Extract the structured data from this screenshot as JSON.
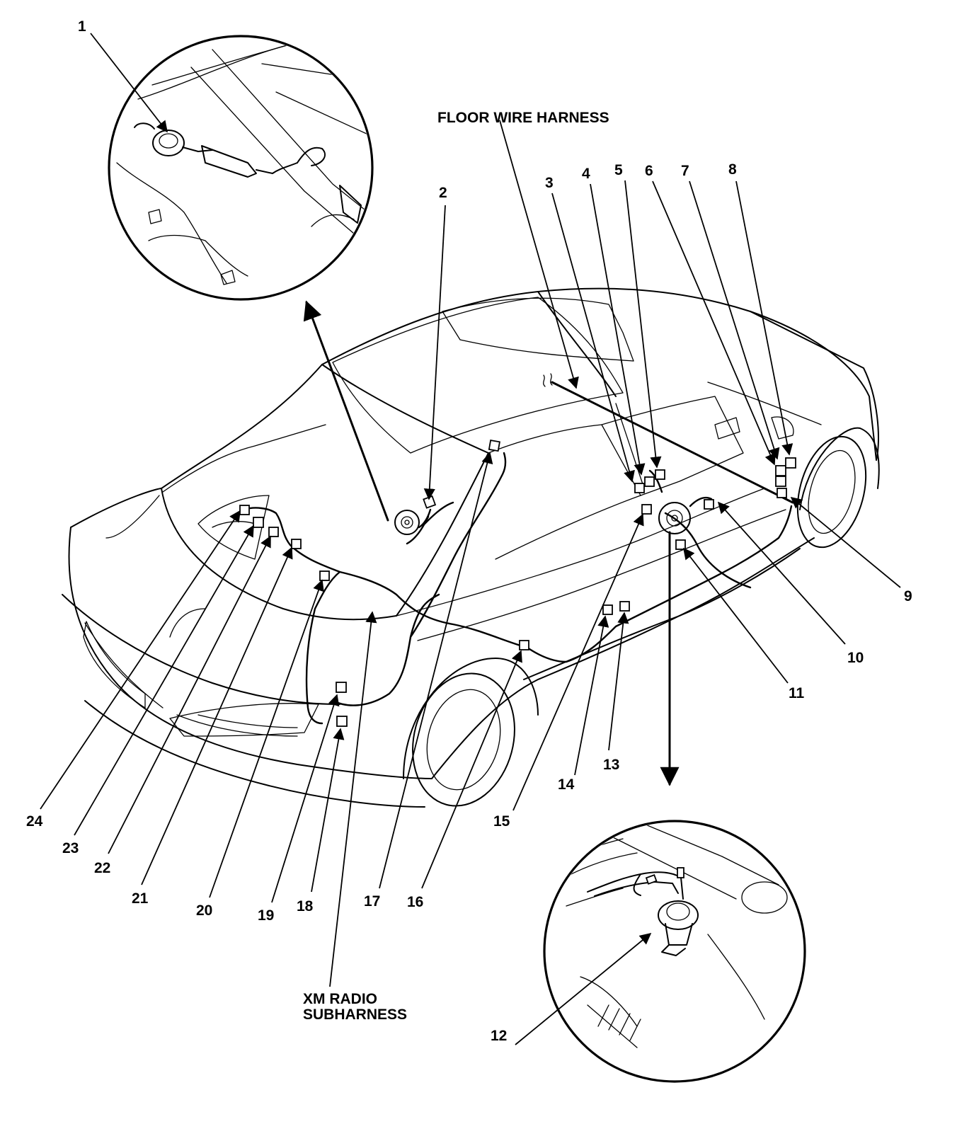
{
  "labels": {
    "floor_wire_harness": "FLOOR WIRE HARNESS",
    "xm_radio_line1": "XM RADIO",
    "xm_radio_line2": "SUBHARNESS"
  },
  "callouts": {
    "c1": "1",
    "c2": "2",
    "c3": "3",
    "c4": "4",
    "c5": "5",
    "c6": "6",
    "c7": "7",
    "c8": "8",
    "c9": "9",
    "c10": "10",
    "c11": "11",
    "c12": "12",
    "c13": "13",
    "c14": "14",
    "c15": "15",
    "c16": "16",
    "c17": "17",
    "c18": "18",
    "c19": "19",
    "c20": "20",
    "c21": "21",
    "c22": "22",
    "c23": "23",
    "c24": "24"
  }
}
